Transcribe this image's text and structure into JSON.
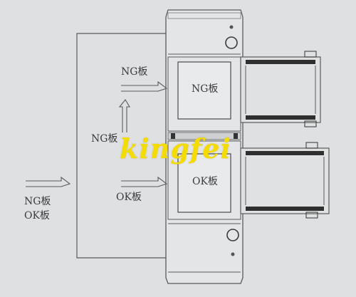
{
  "labels": {
    "ng_board_top": "NG板",
    "ng_board_middle": "NG板",
    "ok_board_arrow": "OK板",
    "input_ng": "NG板",
    "input_ok": "OK板",
    "ng_board_panel": "NG板",
    "ok_board_panel": "OK板"
  },
  "watermark": "kingfei",
  "colors": {
    "background": "#dfe0e2",
    "line": "#5a5a5a",
    "panel_fill": "#e6e7e9",
    "watermark": "#f4dc00"
  }
}
